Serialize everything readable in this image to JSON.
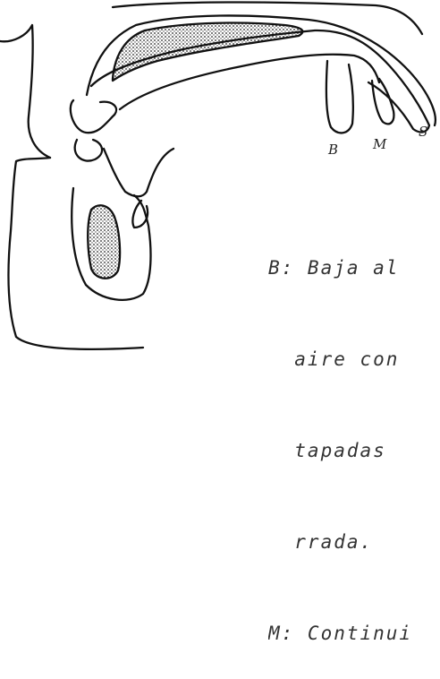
{
  "figure": {
    "tip_labels": {
      "b": "B",
      "m": "M",
      "s": "S"
    },
    "caption_lines": [
      "B: Baja al",
      "  aire con",
      "  tapadas",
      "  rrada.",
      "M: Continui"
    ]
  }
}
